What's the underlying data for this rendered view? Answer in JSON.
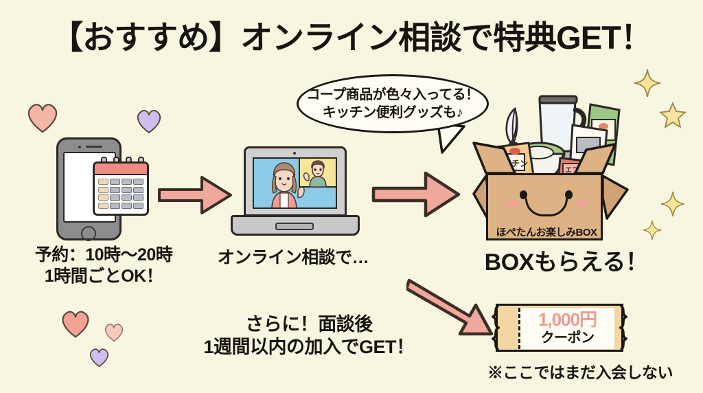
{
  "page": {
    "background_color": "#f8f6e1",
    "title": "【おすすめ】オンライン相談で特典GET！"
  },
  "speech_bubble": {
    "line1": "コープ商品が色々入ってる！",
    "line2": "キッチン便利グッズも♪"
  },
  "steps": [
    {
      "id": "reservation",
      "icon": "calendar-phone-icon",
      "caption_line1": "予約：10時〜20時",
      "caption_line2": "1時間ごとOK！"
    },
    {
      "id": "online-consultation",
      "icon": "laptop-videocall-icon",
      "caption_line1": "オンライン相談で…"
    },
    {
      "id": "reward-box",
      "icon": "gift-box-icon",
      "box_label": "ほぺたんお楽しみBOX",
      "caption_line1": "BOXもらえる！"
    }
  ],
  "bonus": {
    "caption_line1": "さらに！面談後",
    "caption_line2": "1週間以内の加入でGET！",
    "coupon_amount": "1,000円",
    "coupon_type": "クーポン",
    "note": "※ここではまだ入会しない"
  },
  "box_contents": [
    {
      "name": "package-kanchin",
      "label": "カンチン",
      "color": "#f6c98c"
    },
    {
      "name": "package-red",
      "label": "エフウット",
      "color": "#e87a6c"
    },
    {
      "name": "package-green",
      "label": "",
      "color": "#9bc985"
    },
    {
      "name": "blender",
      "label": "",
      "color": "#c9c9c9"
    },
    {
      "name": "whisk",
      "label": "",
      "color": "#e8e8e8"
    },
    {
      "name": "green-bowl",
      "label": "",
      "color": "#a9cc8a"
    }
  ],
  "colors": {
    "arrow": "#f0a79c",
    "arrow_outline": "#3b2e25",
    "title_text": "#181410",
    "box_cardboard": "#ddb284",
    "coupon_body": "#f0d7a4",
    "coupon_amount_text": "#ee9b93",
    "calendar_header": "#ef8d84",
    "star": "#f7de8b",
    "heart_pink": "#f0a99c",
    "heart_purple": "#c9bce8"
  }
}
